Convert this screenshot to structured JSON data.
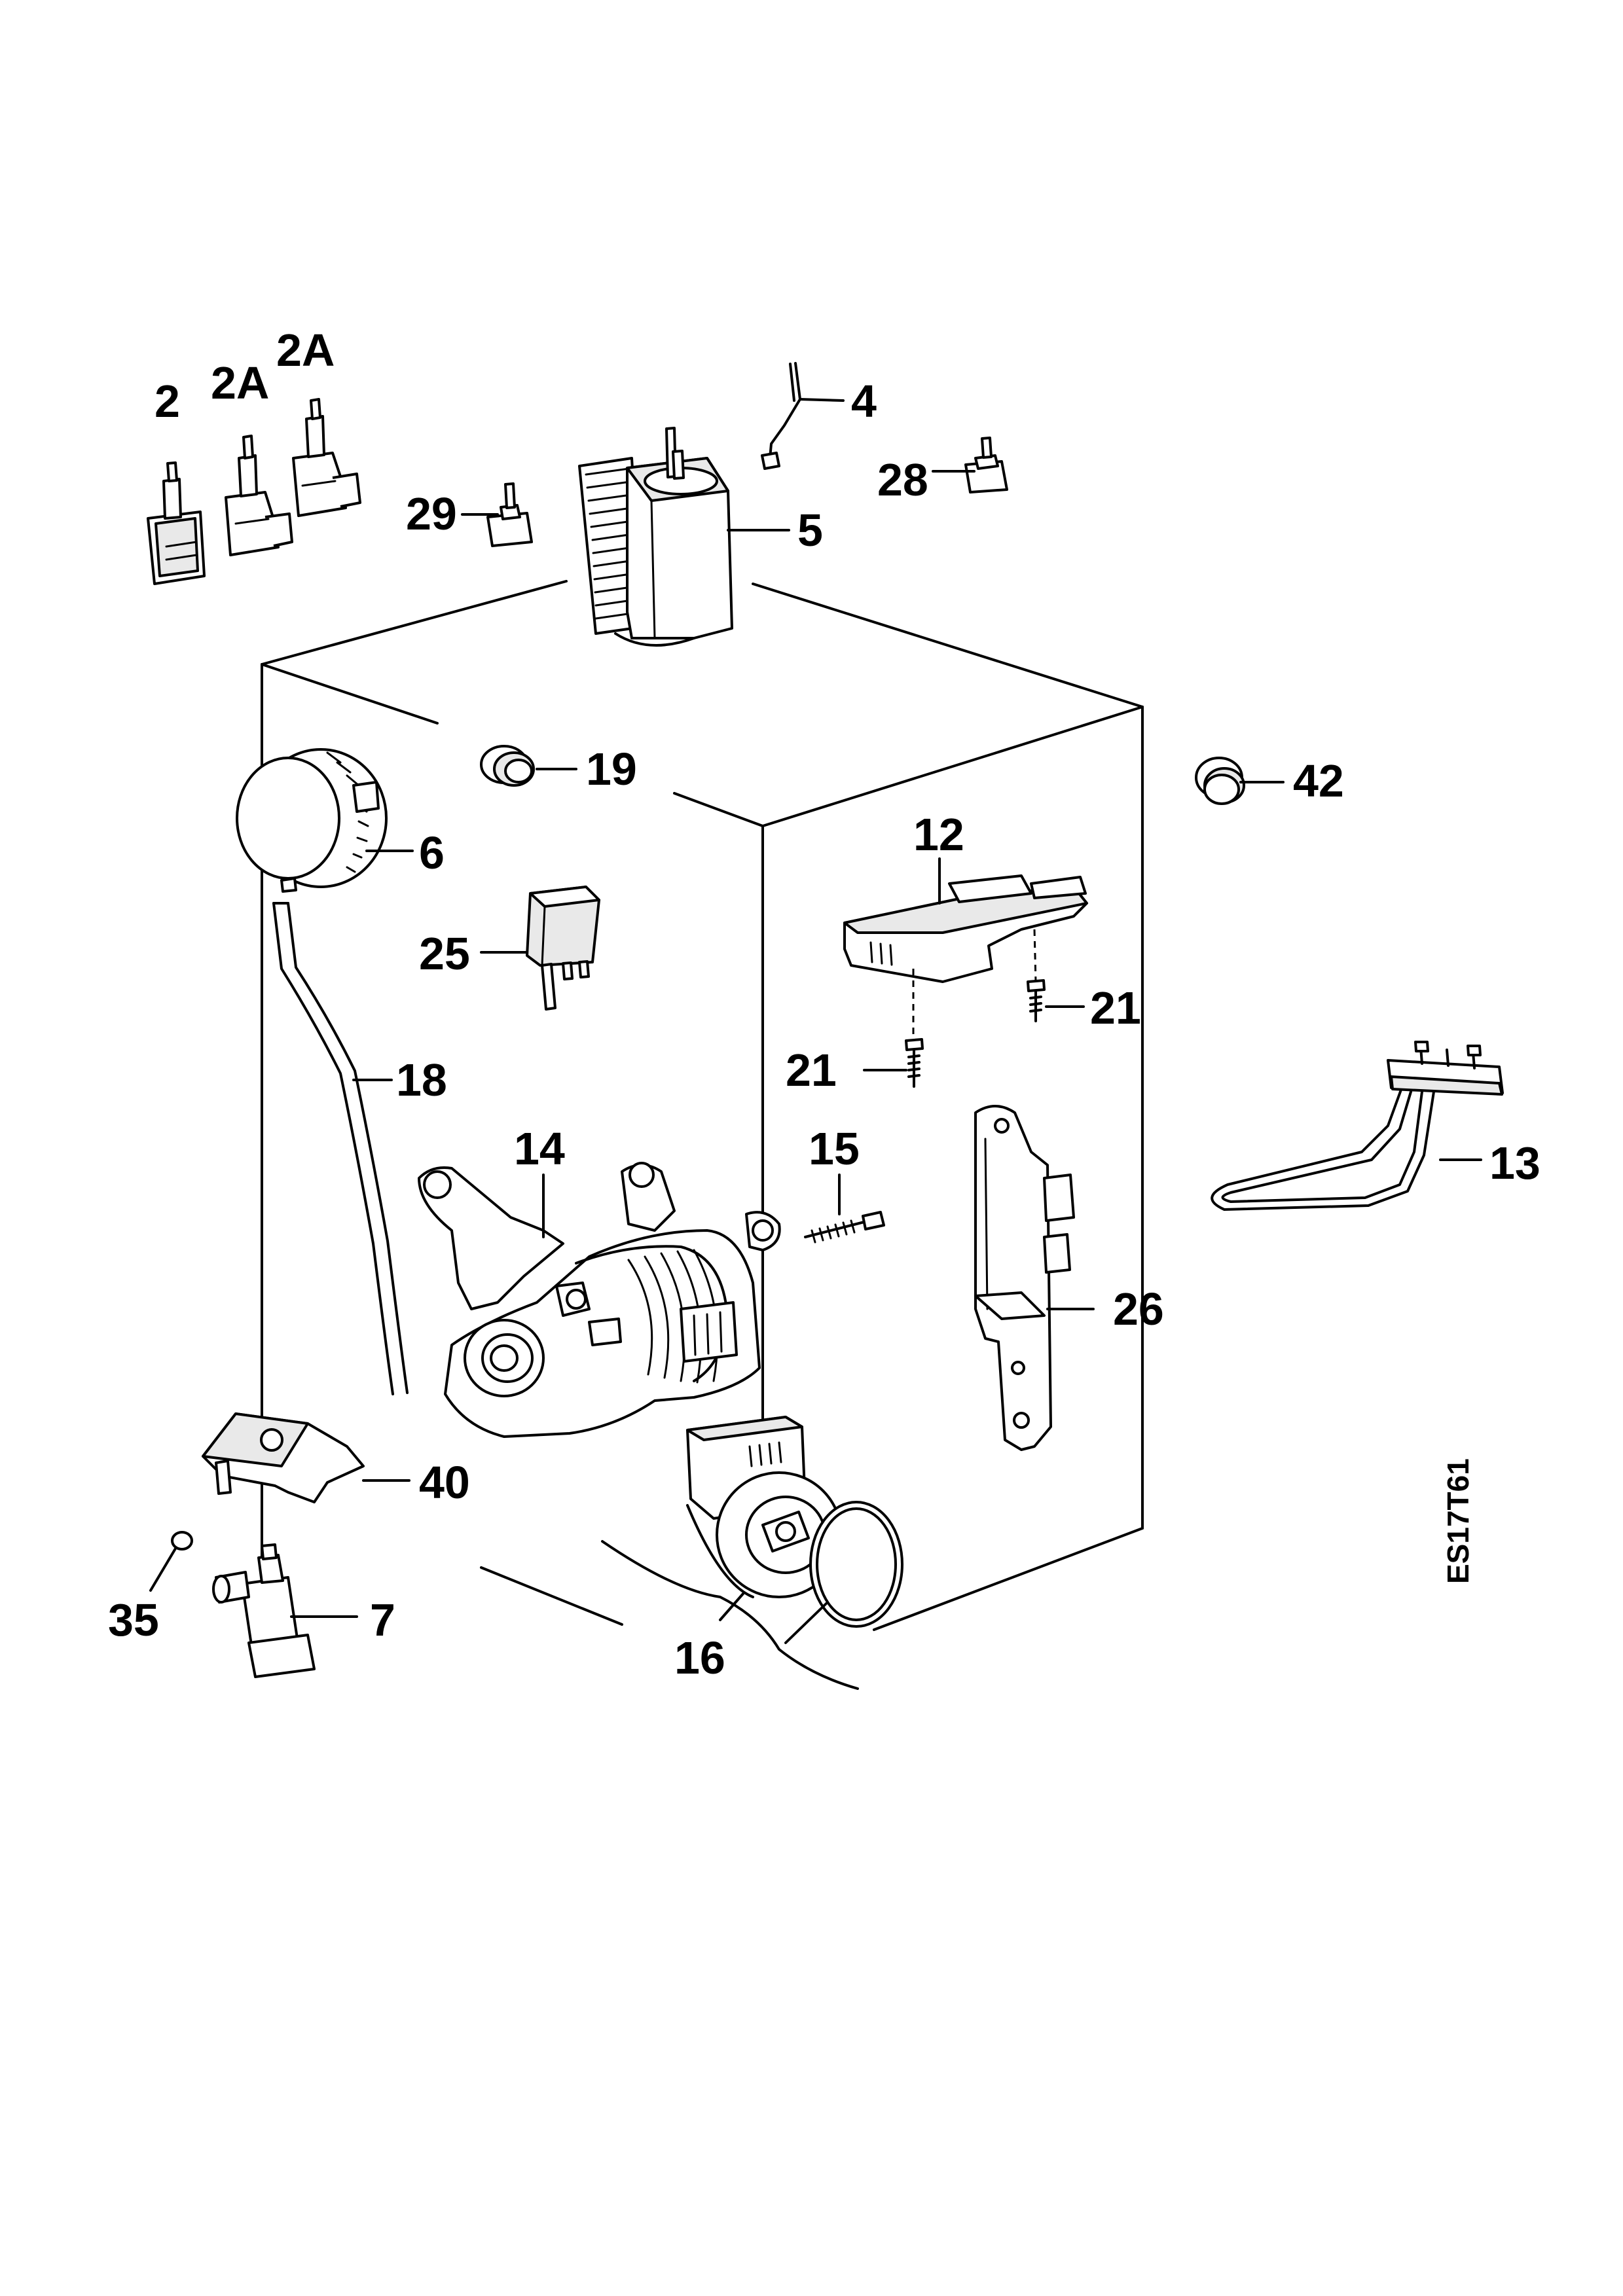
{
  "diagram": {
    "labels": {
      "p2": "2",
      "p2a_1": "2A",
      "p2a_2": "2A",
      "p4": "4",
      "p5": "5",
      "p6": "6",
      "p7": "7",
      "p12": "12",
      "p13": "13",
      "p14": "14",
      "p15": "15",
      "p16": "16",
      "p18": "18",
      "p19": "19",
      "p21_1": "21",
      "p21_2": "21",
      "p25": "25",
      "p26": "26",
      "p28": "28",
      "p29": "29",
      "p35": "35",
      "p40": "40",
      "p42": "42"
    },
    "drawing_code": "ES17T61"
  }
}
